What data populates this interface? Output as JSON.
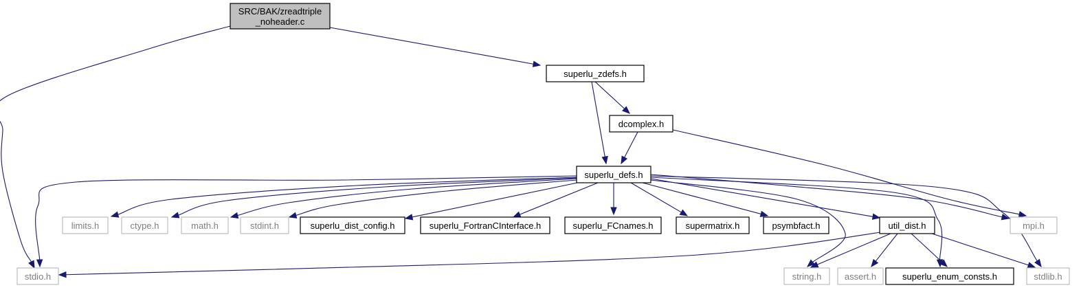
{
  "nodes": [
    {
      "id": "root",
      "lines": [
        "SRC/BAK/zreadtriple",
        "_noheader.c"
      ],
      "style": "current"
    },
    {
      "id": "zdefs",
      "lines": [
        "superlu_zdefs.h"
      ],
      "style": "documented"
    },
    {
      "id": "dcomplex",
      "lines": [
        "dcomplex.h"
      ],
      "style": "documented"
    },
    {
      "id": "defs",
      "lines": [
        "superlu_defs.h"
      ],
      "style": "documented"
    },
    {
      "id": "limits",
      "lines": [
        "limits.h"
      ],
      "style": "system"
    },
    {
      "id": "ctype",
      "lines": [
        "ctype.h"
      ],
      "style": "system"
    },
    {
      "id": "math",
      "lines": [
        "math.h"
      ],
      "style": "system"
    },
    {
      "id": "stdint",
      "lines": [
        "stdint.h"
      ],
      "style": "system"
    },
    {
      "id": "config",
      "lines": [
        "superlu_dist_config.h"
      ],
      "style": "documented"
    },
    {
      "id": "fortran",
      "lines": [
        "superlu_FortranCInterface.h"
      ],
      "style": "documented"
    },
    {
      "id": "fcnames",
      "lines": [
        "superlu_FCnames.h"
      ],
      "style": "documented"
    },
    {
      "id": "supermatrix",
      "lines": [
        "supermatrix.h"
      ],
      "style": "documented"
    },
    {
      "id": "psymbfact",
      "lines": [
        "psymbfact.h"
      ],
      "style": "documented"
    },
    {
      "id": "util",
      "lines": [
        "util_dist.h"
      ],
      "style": "documented"
    },
    {
      "id": "mpi",
      "lines": [
        "mpi.h"
      ],
      "style": "system"
    },
    {
      "id": "stdio",
      "lines": [
        "stdio.h"
      ],
      "style": "system"
    },
    {
      "id": "string",
      "lines": [
        "string.h"
      ],
      "style": "system"
    },
    {
      "id": "assert",
      "lines": [
        "assert.h"
      ],
      "style": "system"
    },
    {
      "id": "enum",
      "lines": [
        "superlu_enum_consts.h"
      ],
      "style": "documented"
    },
    {
      "id": "stdlib",
      "lines": [
        "stdlib.h"
      ],
      "style": "system"
    }
  ],
  "edges": [
    [
      "root",
      "zdefs"
    ],
    [
      "root",
      "stdio"
    ],
    [
      "zdefs",
      "defs"
    ],
    [
      "zdefs",
      "dcomplex"
    ],
    [
      "dcomplex",
      "defs"
    ],
    [
      "dcomplex",
      "mpi"
    ],
    [
      "defs",
      "stdio"
    ],
    [
      "defs",
      "limits"
    ],
    [
      "defs",
      "ctype"
    ],
    [
      "defs",
      "math"
    ],
    [
      "defs",
      "stdint"
    ],
    [
      "defs",
      "config"
    ],
    [
      "defs",
      "fortran"
    ],
    [
      "defs",
      "fcnames"
    ],
    [
      "defs",
      "supermatrix"
    ],
    [
      "defs",
      "psymbfact"
    ],
    [
      "defs",
      "string"
    ],
    [
      "defs",
      "util"
    ],
    [
      "defs",
      "enum"
    ],
    [
      "defs",
      "stdlib"
    ],
    [
      "defs",
      "mpi"
    ],
    [
      "util",
      "stdio"
    ],
    [
      "util",
      "string"
    ],
    [
      "util",
      "assert"
    ],
    [
      "util",
      "enum"
    ],
    [
      "util",
      "stdlib"
    ]
  ],
  "colors": {
    "edge": "#191970",
    "current_fill": "#bfbfbf",
    "documented_border": "#000000",
    "system_border": "#bfbfbf",
    "system_text": "#808080"
  }
}
